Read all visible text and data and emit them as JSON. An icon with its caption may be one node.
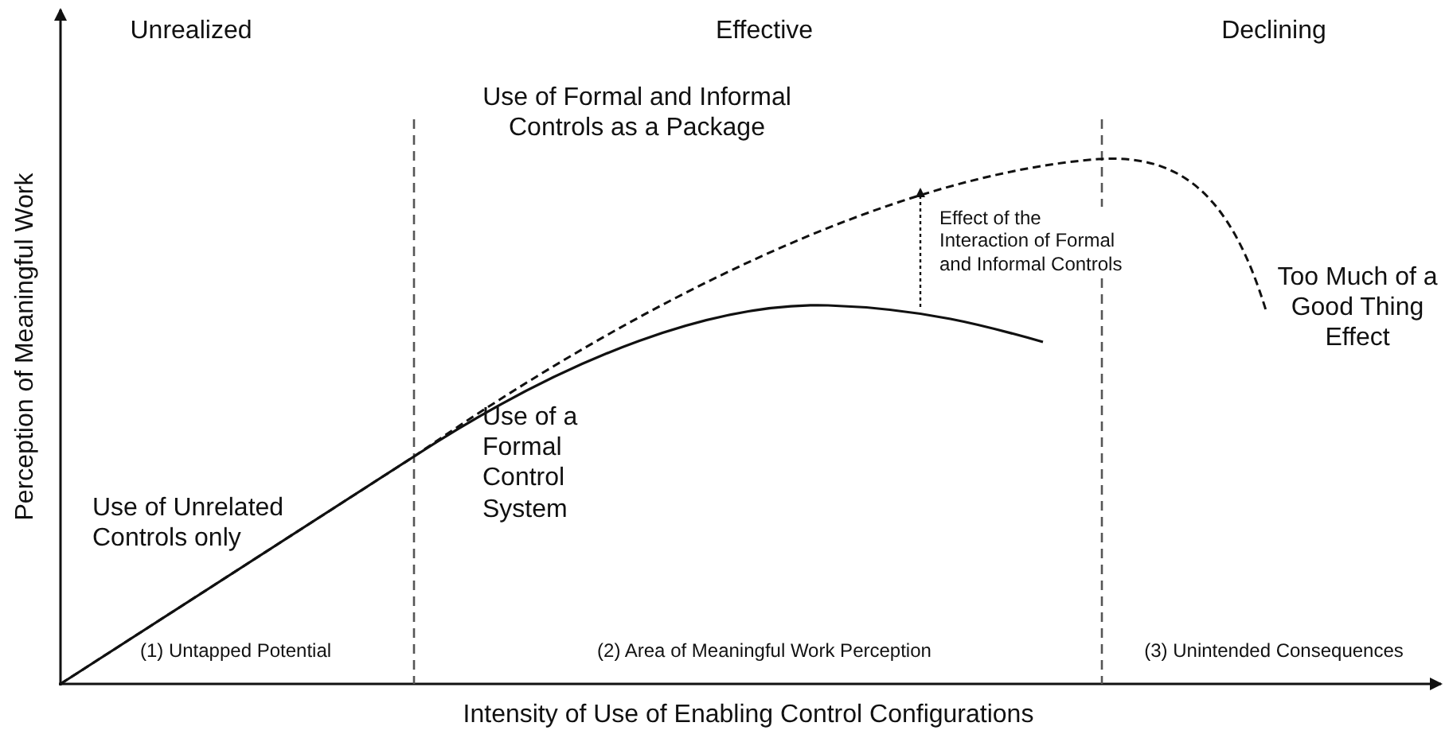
{
  "diagram": {
    "labels": [
      "Unrealized",
      "Effective",
      "Declining",
      "Use of Formal and Informal Controls as a Package",
      "Effect of the Interaction of Formal and Informal Controls",
      "Too Much of a Good Thing Effect",
      "Use of a Formal Control System",
      "Perception of Meaningful Work",
      "Use of Unrelated Controls only",
      "(1) Untapped Potential",
      "(2) Area of Meaningful Work Perception",
      "(3) Unintended Consequences",
      "Intensity of Use of Enabling Control Configurations"
    ]
  }
}
